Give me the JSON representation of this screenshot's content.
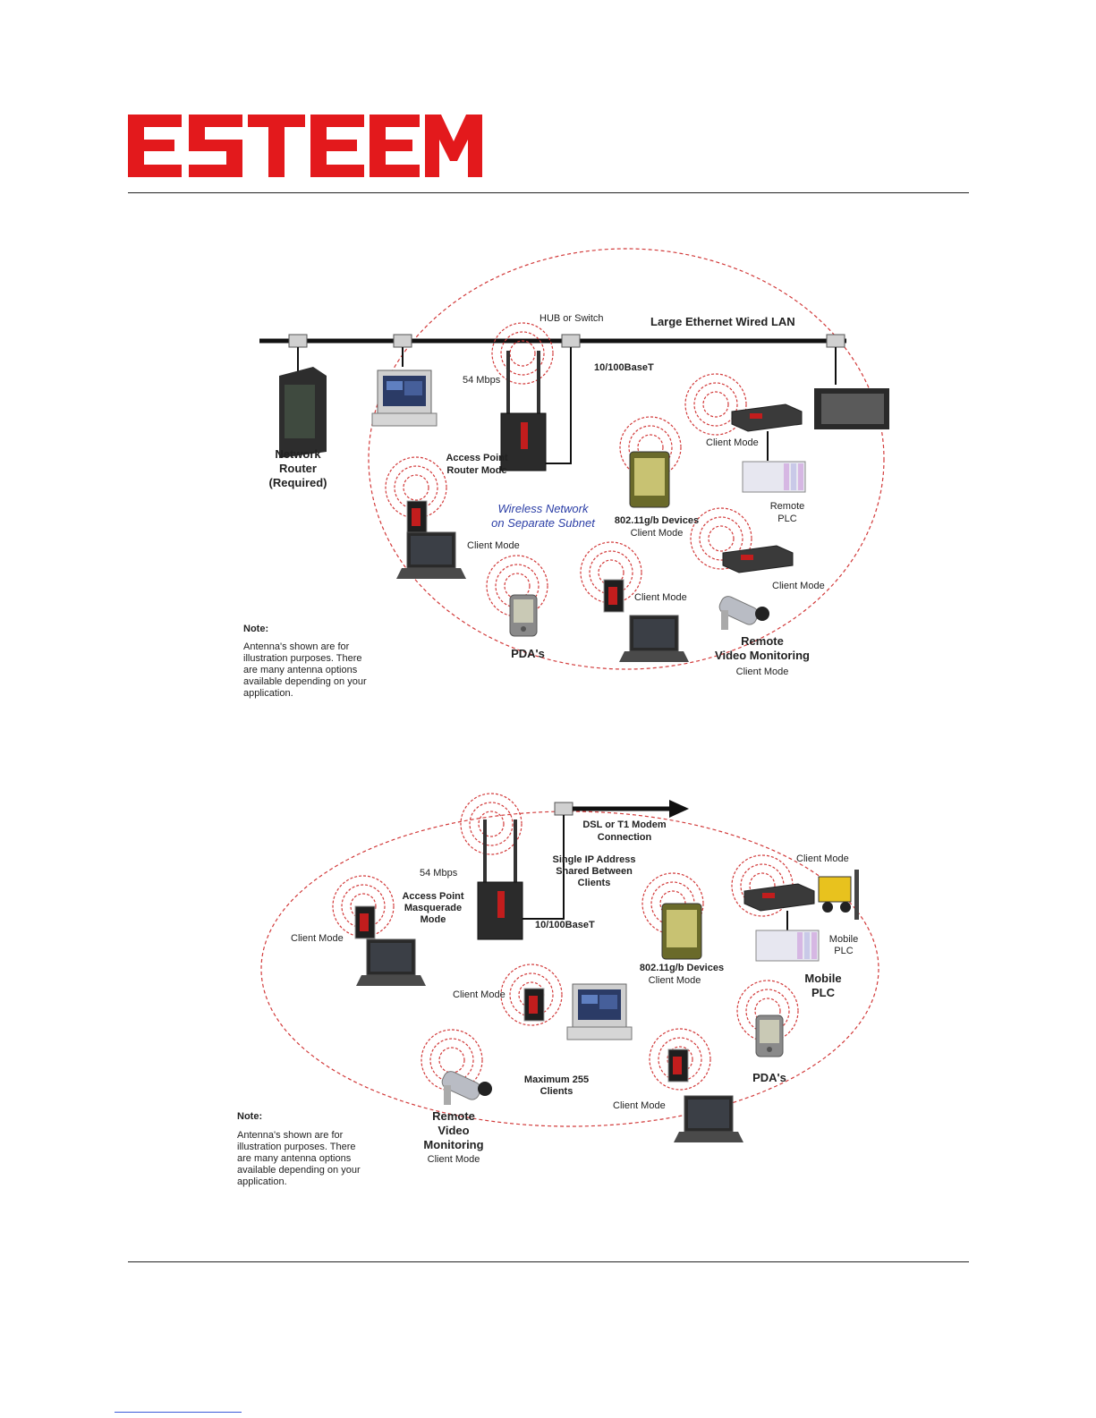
{
  "logo": {
    "text": "ESTEEM",
    "color": "#e3191c"
  },
  "diagram1": {
    "hub": "HUB or Switch",
    "lan": "Large Ethernet Wired LAN",
    "speed": "54 Mbps",
    "base": "10/100BaseT",
    "router": [
      "Network",
      "Router",
      "(Required)"
    ],
    "ap": [
      "Access Point",
      "Router Mode"
    ],
    "wireless": [
      "Wireless Network",
      "on Separate Subnet"
    ],
    "client_mode": "Client Mode",
    "devices": "802.11g/b Devices",
    "remote_plc": [
      "Remote",
      "PLC"
    ],
    "pdas": "PDA's",
    "video": [
      "Remote",
      "Video Monitoring",
      "Client Mode"
    ],
    "note_title": "Note:",
    "note": [
      "Antenna's shown are for",
      "illustration purposes.  There",
      "are many antenna options",
      "available depending on your",
      "application."
    ]
  },
  "diagram2": {
    "dsl": [
      "DSL or T1 Modem",
      "Connection"
    ],
    "single_ip": [
      "Single IP Address",
      "Shared Between",
      "Clients"
    ],
    "speed": "54 Mbps",
    "ap": [
      "Access Point",
      "Masquerade",
      "Mode"
    ],
    "base": "10/100BaseT",
    "client_mode": "Client Mode",
    "devices": "802.11g/b Devices",
    "mobile_plc_small": [
      "Mobile",
      "PLC"
    ],
    "mobile_plc": [
      "Mobile",
      "PLC"
    ],
    "maximum": [
      "Maximum 255",
      "Clients"
    ],
    "pdas": "PDA's",
    "video": [
      "Remote",
      "Video",
      "Monitoring",
      "Client Mode"
    ],
    "note_title": "Note:",
    "note": [
      "Antenna's shown are for",
      "illustration purposes.  There",
      "are many antenna options",
      "available depending on your",
      "application."
    ]
  }
}
